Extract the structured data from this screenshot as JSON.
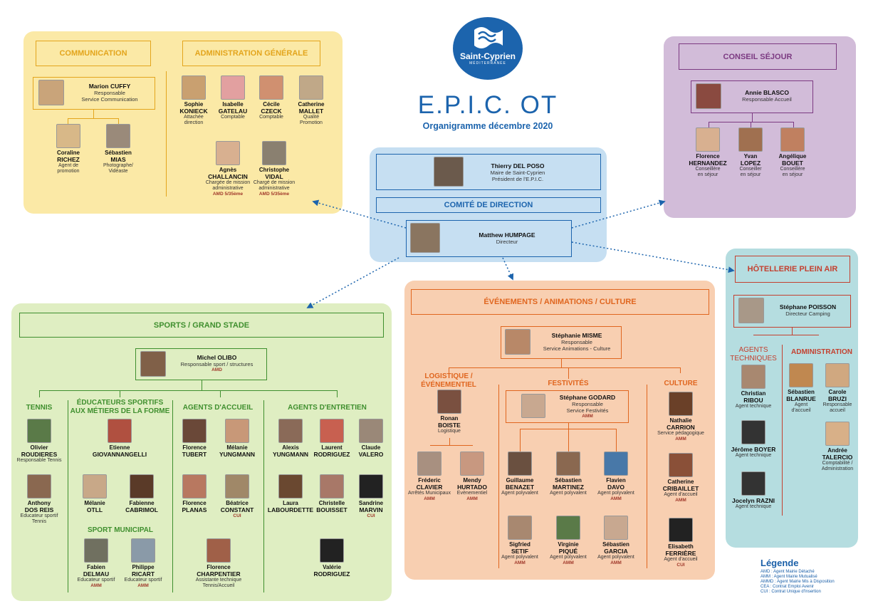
{
  "logo": {
    "name": "Saint-Cyprien",
    "sub": "MÉDITERRANÉE"
  },
  "title": "E.P.I.C. OT",
  "subtitle": "Organigramme décembre 2020",
  "direction": {
    "pres_name": "Thierry DEL POSO",
    "pres_role1": "Maire de Saint-Cyprien",
    "pres_role2": "Président de l'E.P.I.C.",
    "comite": "COMITÉ DE DIRECTION",
    "dir_name": "Matthew HUMPAGE",
    "dir_role": "Directeur"
  },
  "communication": {
    "header": "COMMUNICATION",
    "lead_name": "Marion CUFFY",
    "lead_role1": "Responsable",
    "lead_role2": "Service Communication",
    "p1": {
      "first": "Coraline",
      "last": "RICHEZ",
      "role1": "Agent de",
      "role2": "promotion"
    },
    "p2": {
      "first": "Sébastien",
      "last": "MIAS",
      "role1": "Photographe/",
      "role2": "Vidéaste"
    }
  },
  "admin": {
    "header": "ADMINISTRATION GÉNÉRALE",
    "p1": {
      "first": "Sophie",
      "last": "KONIECK",
      "role1": "Attachée",
      "role2": "direction"
    },
    "p2": {
      "first": "Isabelle",
      "last": "GATELAU",
      "role1": "Comptable"
    },
    "p3": {
      "first": "Cécile",
      "last": "CZECK",
      "role1": "Comptable"
    },
    "p4": {
      "first": "Catherine",
      "last": "MALLET",
      "role1": "Qualité",
      "role2": "Promotion"
    },
    "p5": {
      "first": "Agnès",
      "last": "CHALLANCIN",
      "role1": "Chargée de mission",
      "role2": "administrative",
      "contract": "AMD 5/35ème"
    },
    "p6": {
      "first": "Christophe",
      "last": "VIDAL",
      "role1": "Chargé de mission",
      "role2": "administrative",
      "contract": "AMD 5/35ème"
    }
  },
  "conseil": {
    "header": "CONSEIL SÉJOUR",
    "lead_name": "Annie BLASCO",
    "lead_role": "Responsable Accueil",
    "p1": {
      "first": "Florence",
      "last": "HERNANDEZ",
      "role1": "Conseillère",
      "role2": "en séjour"
    },
    "p2": {
      "first": "Yvan",
      "last": "LOPEZ",
      "role1": "Conseiller",
      "role2": "en séjour"
    },
    "p3": {
      "first": "Angélique",
      "last": "BOUET",
      "role1": "Conseillère",
      "role2": "en séjour"
    }
  },
  "hotel": {
    "header": "HÔTELLERIE PLEIN AIR",
    "lead_name": "Stéphane POISSON",
    "lead_role": "Directeur Camping",
    "sec1": "AGENTS TECHNIQUES",
    "sec2": "ADMINISTRATION",
    "p1": {
      "first": "Christian",
      "last": "RIBOU",
      "role1": "Agent technique"
    },
    "p2": {
      "name": "Jérôme BOYER",
      "role1": "Agent technique"
    },
    "p3": {
      "name": "Jocelyn RAZNI",
      "role1": "Agent technique"
    },
    "p4": {
      "first": "Sébastien",
      "last": "BLANRUE",
      "role1": "Agent",
      "role2": "d'accueil"
    },
    "p5": {
      "first": "Carole",
      "last": "BRUZI",
      "role1": "Responsable",
      "role2": "accueil"
    },
    "p6": {
      "first": "Andrée",
      "last": "TALERCIO",
      "role1": "Comptabilité /",
      "role2": "Administration"
    }
  },
  "sports": {
    "header": "SPORTS / GRAND STADE",
    "lead_name": "Michel OLIBO",
    "lead_role": "Responsable sport / structures",
    "lead_contract": "AMD",
    "sec_tennis": "TENNIS",
    "sec_edu1": "ÉDUCATEURS SPORTIFS",
    "sec_edu2": "AUX MÉTIERS DE LA FORME",
    "sec_accueil": "AGENTS D'ACCUEIL",
    "sec_entretien": "AGENTS D'ENTRETIEN",
    "sec_muni": "SPORT MUNICIPAL",
    "t1": {
      "first": "Olivier",
      "last": "ROUDIERES",
      "role1": "Responsable Tennis"
    },
    "t2": {
      "first": "Anthony",
      "last": "DOS REIS",
      "role1": "Educateur sportif",
      "role2": "Tennis"
    },
    "e1": {
      "first": "Etienne",
      "last": "GIOVANNANGELLI"
    },
    "e2": {
      "first": "Mélanie",
      "last": "OTLL"
    },
    "e3": {
      "first": "Fabienne",
      "last": "CABRIMOL"
    },
    "m1": {
      "first": "Fabien",
      "last": "DELMAU",
      "role1": "Educateur sportif",
      "contract": "AMM"
    },
    "m2": {
      "first": "Philippe",
      "last": "RICART",
      "role1": "Educateur sportif",
      "contract": "AMM"
    },
    "a1": {
      "first": "Florence",
      "last": "TUBERT"
    },
    "a2": {
      "first": "Mélanie",
      "last": "YUNGMANN"
    },
    "a3": {
      "first": "Florence",
      "last": "PLANAS"
    },
    "a4": {
      "first": "Béatrice",
      "last": "CONSTANT",
      "contract": "CUI"
    },
    "a5": {
      "first": "Florence",
      "last": "CHARPENTIER",
      "role1": "Assistante technique",
      "role2": "Tennis/Accueil"
    },
    "n1": {
      "first": "Alexis",
      "last": "YUNGMANN"
    },
    "n2": {
      "first": "Laurent",
      "last": "RODRIGUEZ"
    },
    "n3": {
      "first": "Claude",
      "last": "VALERO"
    },
    "n4": {
      "first": "Laura",
      "last": "LABOURDETTE"
    },
    "n5": {
      "first": "Christelle",
      "last": "BOUISSET"
    },
    "n6": {
      "first": "Sandrine",
      "last": "MARVIN",
      "contract": "CUI"
    },
    "n7": {
      "first": "Valérie",
      "last": "RODRIGUEZ"
    }
  },
  "events": {
    "header": "ÉVÉNEMENTS / ANIMATIONS / CULTURE",
    "lead_name": "Stéphanie MISME",
    "lead_role1": "Responsable",
    "lead_role2": "Service Animations - Culture",
    "sec_log1": "LOGISTIQUE /",
    "sec_log2": "ÉVÉNEMENTIEL",
    "sec_fest": "FESTIVITÉS",
    "sec_cult": "CULTURE",
    "fest_lead": "Stéphane GODARD",
    "fest_role1": "Responsable",
    "fest_role2": "Service Festivités",
    "fest_contract": "AMM",
    "l1": {
      "first": "Ronan",
      "last": "BOISTE",
      "role1": "Logistique"
    },
    "l2": {
      "first": "Fréderic",
      "last": "CLAVIER",
      "role1": "Arrêtés Municipaux",
      "contract": "AMM"
    },
    "l3": {
      "first": "Mendy",
      "last": "HURTADO",
      "role1": "Evènementiel",
      "contract": "AMM"
    },
    "f1": {
      "first": "Guillaume",
      "last": "BENAZET",
      "role1": "Agent polyvalent"
    },
    "f2": {
      "first": "Sébastien",
      "last": "MARTINEZ",
      "role1": "Agent polyvalent"
    },
    "f3": {
      "first": "Flavien",
      "last": "DAVO",
      "role1": "Agent polyvalent",
      "contract": "AMM"
    },
    "f4": {
      "first": "Sigfried",
      "last": "SETIF",
      "role1": "Agent polyvalent",
      "contract": "AMM"
    },
    "f5": {
      "first": "Virginie",
      "last": "PIQUÉ",
      "role1": "Agent polyvalent",
      "contract": "AMM"
    },
    "f6": {
      "first": "Sébastien",
      "last": "GARCIA",
      "role1": "Agent polyvalent",
      "contract": "AMM"
    },
    "c1": {
      "first": "Nathalie",
      "last": "CARRION",
      "role1": "Service pédagogique",
      "contract": "AMM"
    },
    "c2": {
      "first": "Catherine",
      "last": "CRIBAILLET",
      "role1": "Agent d'accueil",
      "contract": "AMM"
    },
    "c3": {
      "first": "Elisabeth",
      "last": "FERRIÈRE",
      "role1": "Agent d'accueil",
      "contract": "CUI"
    }
  },
  "legend": {
    "title": "Légende",
    "l1": "AMD : Agent Mairie Détaché",
    "l2": "AMM : Agent Mairie Mutualisé",
    "l3": "AMMD : Agent Mairie Mis à Disposition",
    "l4": "CEA : Contrat Emploi Avenir",
    "l5": "CUI : Contrat Unique d'Insertion"
  },
  "colors": {
    "comm": "#fbe9a6",
    "comm_hdr": "#e3a51d",
    "conseil": "#d2bcd9",
    "conseil_hdr": "#7c3a82",
    "hotel": "#b5dde0",
    "hotel_hdr": "#c4402f",
    "sports": "#dfeec2",
    "sports_hdr": "#3f8f2e",
    "events": "#f8cfb1",
    "events_hdr": "#e0661f",
    "dir": "#c6dff2",
    "dir_hdr": "#1c64ad"
  }
}
